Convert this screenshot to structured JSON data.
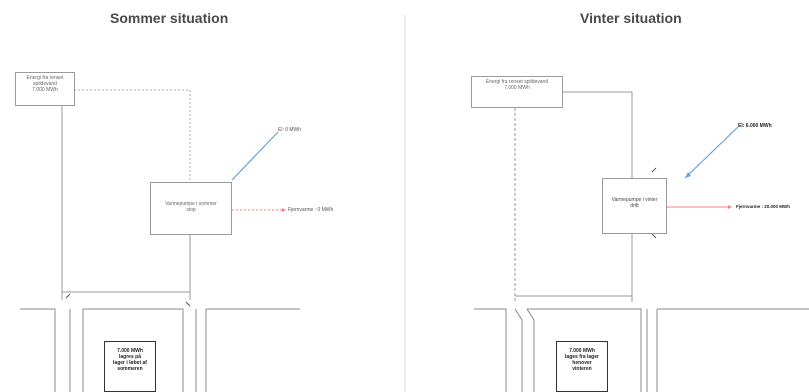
{
  "summer": {
    "title": "Sommer situation",
    "source_box": [
      "Energi fra renset spildevand",
      "7.000 MWh"
    ],
    "top_line_label": "",
    "heatpump_box": [
      "Varmepumpe i sommer",
      "stop"
    ],
    "el_label": "El: 0 MWh",
    "district_label": "Fjernvarme : 0 MWh",
    "storage_box": [
      "7.000 MWh",
      "lagres på",
      "lager i løbet af",
      "sommeren"
    ]
  },
  "winter": {
    "title": "Vinter situation",
    "source_box": [
      "Energi fra renset spildevand",
      "7.000 MWh"
    ],
    "heatpump_box": [
      "Varmepumpe i vinter",
      "drift"
    ],
    "el_label": "El: 6.000 MWh",
    "district_label": "Fjernvarme : 20.000 MWh",
    "storage_box": [
      "7.000 MWh",
      "lages fra lager",
      "henover",
      "vinteren"
    ]
  },
  "colors": {
    "line": "#9a9a9a",
    "el_arrow": "#6aa0d8",
    "heat_arrow": "#f08080"
  }
}
